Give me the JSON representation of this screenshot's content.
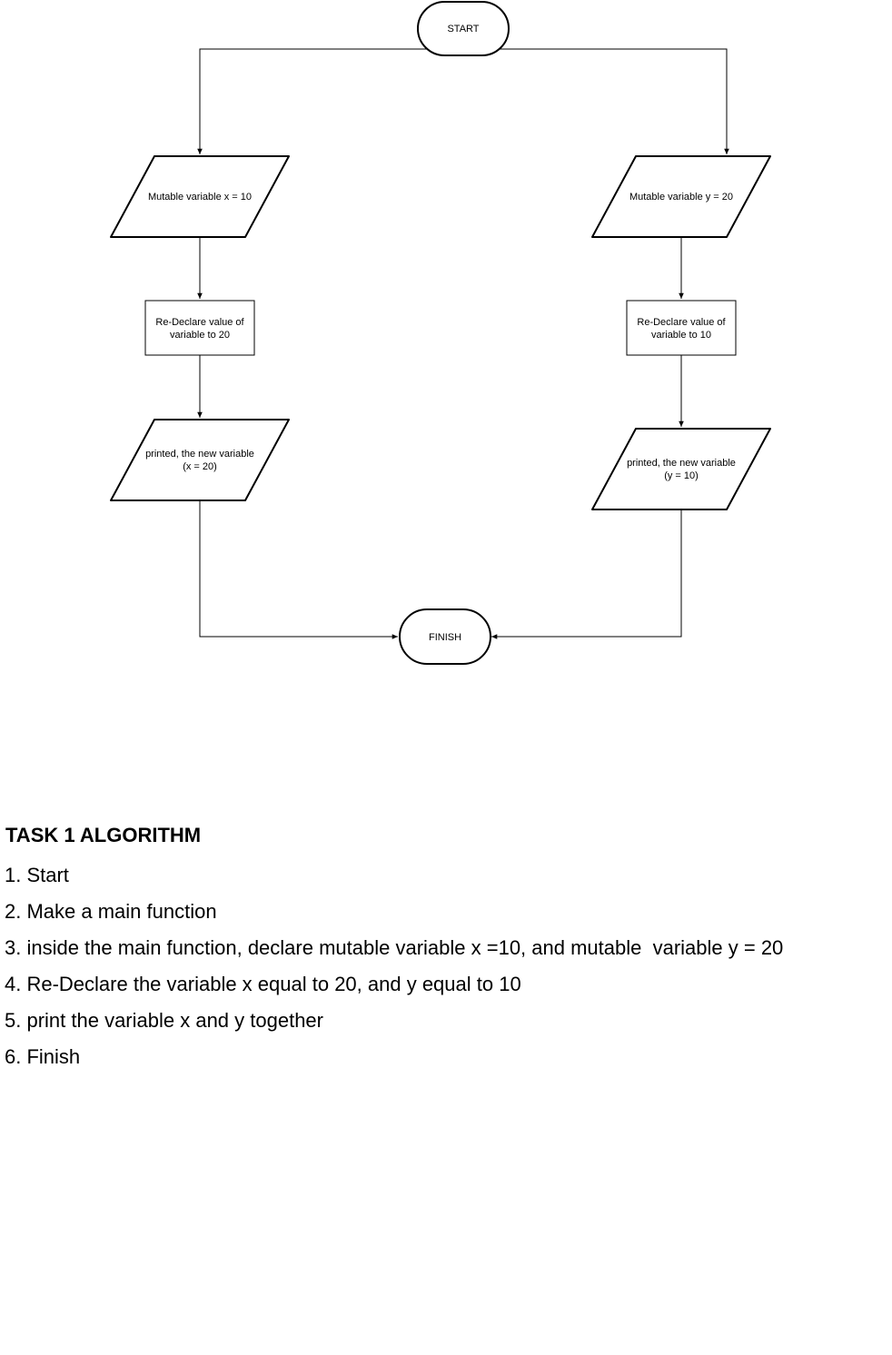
{
  "flowchart": {
    "start": "START",
    "finish": "FINISH",
    "left": {
      "input": "Mutable variable x = 10",
      "process_line1": "Re-Declare value of",
      "process_line2": "variable to 20",
      "output_line1": "printed, the new variable",
      "output_line2": "(x = 20)"
    },
    "right": {
      "input": "Mutable variable y = 20",
      "process_line1": "Re-Declare value of",
      "process_line2": "variable to 10",
      "output_line1": "printed, the new variable",
      "output_line2": "(y = 10)"
    }
  },
  "algorithm": {
    "title": "TASK 1 ALGORITHM",
    "steps": [
      "1. Start",
      "2. Make a main function",
      "3. inside the main function, declare mutable variable x =10, and mutable  variable y = 20",
      "4. Re-Declare the variable x equal to 20, and y equal to 10",
      "5. print the variable x and y together",
      "6. Finish"
    ]
  }
}
